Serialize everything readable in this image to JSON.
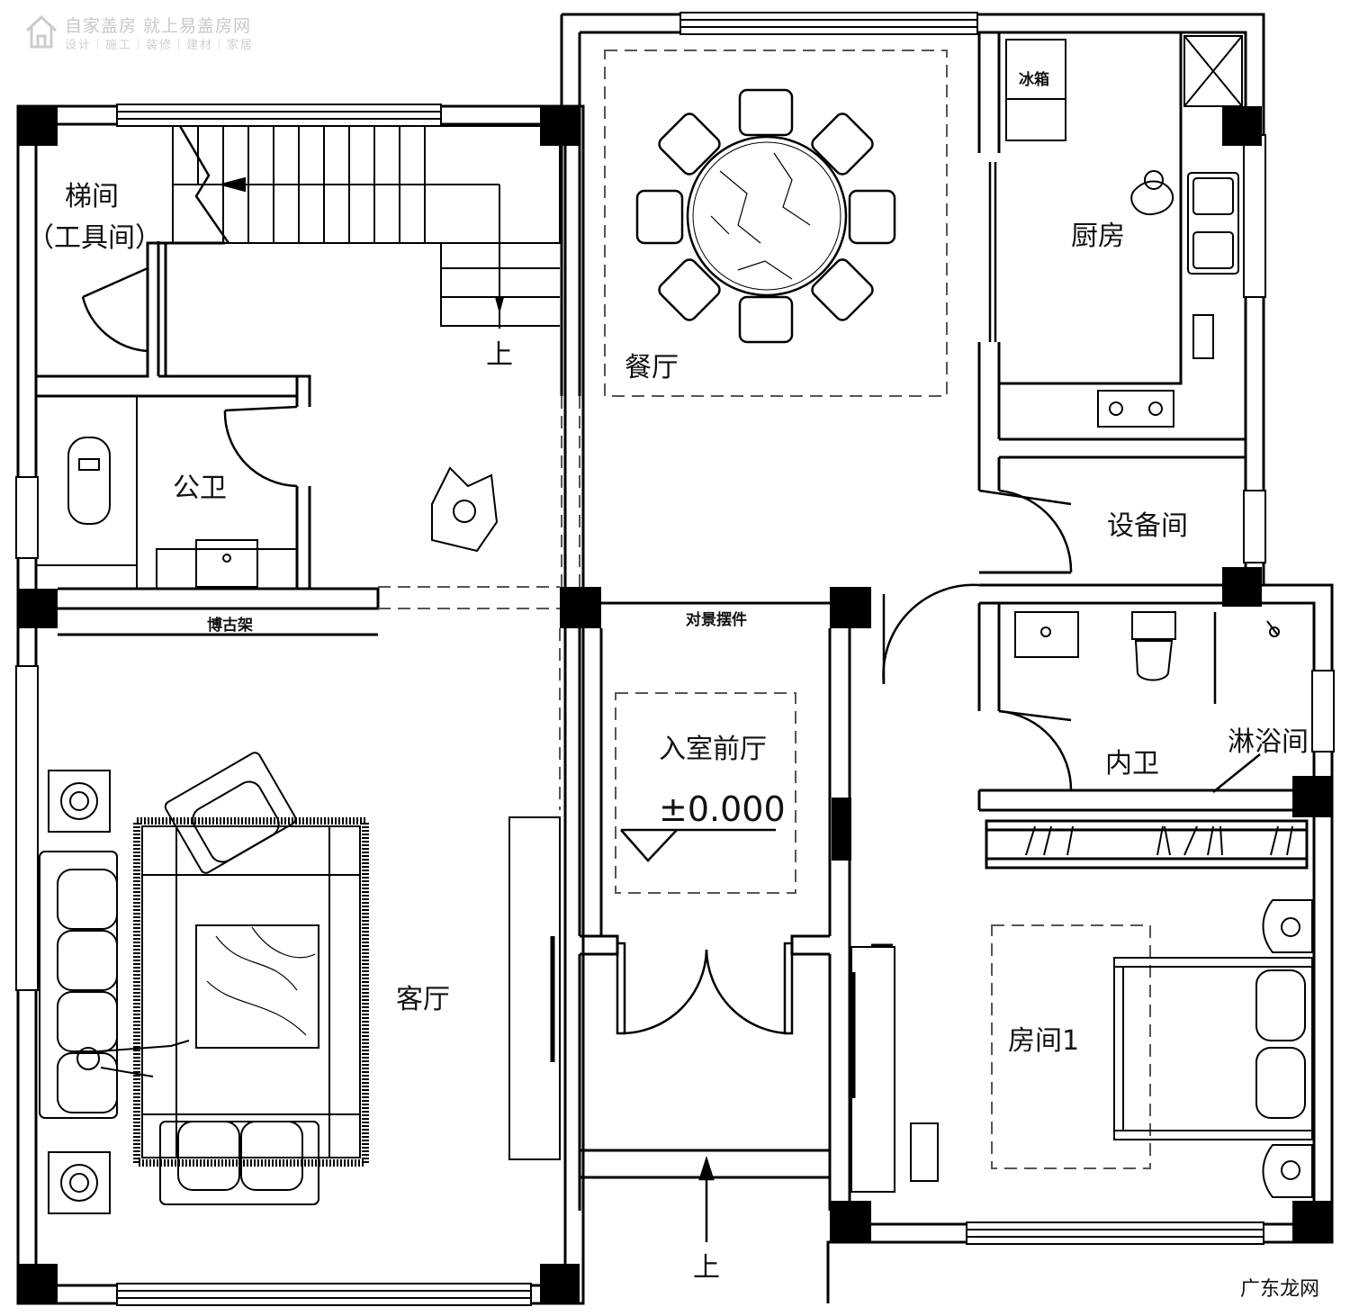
{
  "watermark": {
    "title": "自家盖房 就上易盖房网",
    "subtitle": "设计｜施工｜装修｜建材｜家居"
  },
  "corner_watermark": "广东龙网",
  "rooms": {
    "stair_room": "梯间",
    "tool_room": "（工具间）",
    "public_bath": "公卫",
    "dining": "餐厅",
    "kitchen": "厨房",
    "equipment": "设备间",
    "inner_bath": "内卫",
    "shower": "淋浴间",
    "foyer": "入室前厅",
    "living": "客厅",
    "bedroom1": "房间1"
  },
  "labels": {
    "fridge": "冰箱",
    "antique_shelf": "博古架",
    "feature_display": "对景摆件",
    "up_stair": "上",
    "up_entry": "上",
    "elevation": "±0.000"
  }
}
